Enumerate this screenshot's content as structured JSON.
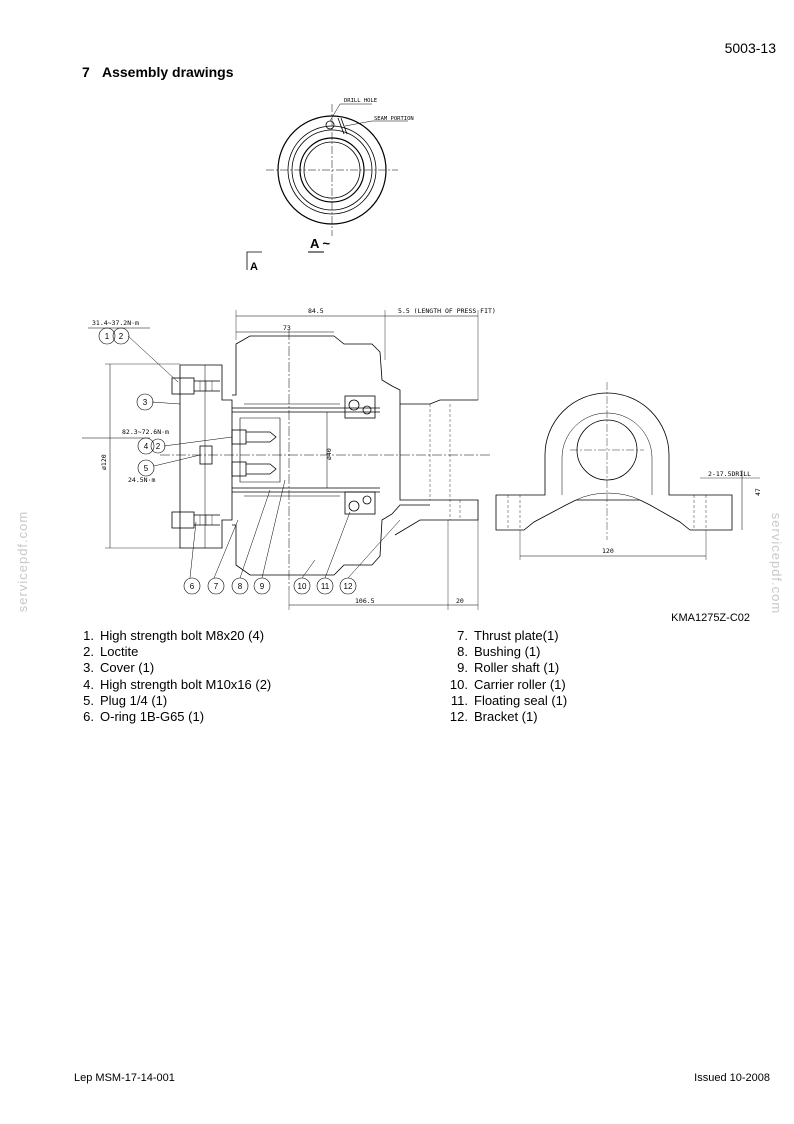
{
  "page_number": "5003-13",
  "section": {
    "number": "7",
    "title": "Assembly drawings"
  },
  "drawing": {
    "labels": {
      "drill_hole": "DRILL HOLE",
      "seam_portion": "SEAM PORTION",
      "view_mark": "A ~",
      "section_mark": "A"
    },
    "dimensions": {
      "d_84_5": "84.5",
      "d_73": "73",
      "press_fit": "5.5 (LENGTH OF PRESS FIT)",
      "torque_1": "31.4~37.2N·m",
      "torque_2": "82.3~72.6N·m",
      "torque_3": "24.5N·m",
      "dia_120": "ø120",
      "dia_40": "ø40",
      "d_106_5": "106.5",
      "d_20": "20",
      "d_120": "120",
      "d_47": "47",
      "drill": "2-17.5DRILL"
    },
    "callouts": [
      "1",
      "2",
      "3",
      "4",
      "2",
      "5",
      "6",
      "7",
      "8",
      "9",
      "10",
      "11",
      "12"
    ],
    "reference": "KMA1275Z-C02"
  },
  "parts_left": [
    {
      "num": "1.",
      "text": "High strength bolt M8x20 (4)"
    },
    {
      "num": "2.",
      "text": "Loctite"
    },
    {
      "num": "3.",
      "text": "Cover (1)"
    },
    {
      "num": "4.",
      "text": "High strength bolt M10x16 (2)"
    },
    {
      "num": "5.",
      "text": "Plug 1/4 (1)"
    },
    {
      "num": "6.",
      "text": "O-ring 1B-G65 (1)"
    }
  ],
  "parts_right": [
    {
      "num": "7.",
      "text": "Thrust plate(1)"
    },
    {
      "num": "8.",
      "text": "Bushing (1)"
    },
    {
      "num": "9.",
      "text": "Roller shaft (1)"
    },
    {
      "num": "10.",
      "text": "Carrier roller (1)"
    },
    {
      "num": "11.",
      "text": "Floating seal (1)"
    },
    {
      "num": "12.",
      "text": "Bracket (1)"
    }
  ],
  "watermark": "servicepdf.com",
  "footer": {
    "left": "Lep MSM-17-14-001",
    "right": "Issued 10-2008"
  }
}
